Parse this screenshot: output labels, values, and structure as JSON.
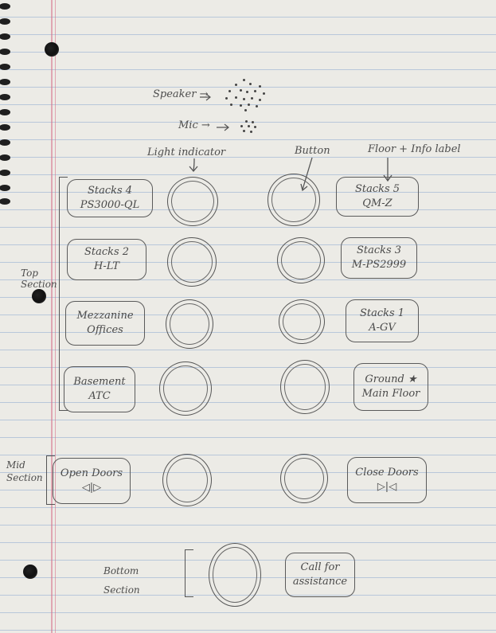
{
  "annotations": {
    "speaker": "Speaker →",
    "mic": "Mic →",
    "light_indicator": "Light indicator",
    "button": "Button",
    "floor_info_label": "Floor + Info label"
  },
  "sections": {
    "top": [
      "Top",
      "Section"
    ],
    "mid": [
      "Mid",
      "Section"
    ],
    "bottom": [
      "Bottom",
      "Section"
    ]
  },
  "floors": [
    {
      "id": "stacks-4",
      "line1": "Stacks 4",
      "line2": "PS3000-QL"
    },
    {
      "id": "stacks-5",
      "line1": "Stacks 5",
      "line2": "QM-Z"
    },
    {
      "id": "stacks-2",
      "line1": "Stacks 2",
      "line2": "H-LT"
    },
    {
      "id": "stacks-3",
      "line1": "Stacks 3",
      "line2": "M-PS2999"
    },
    {
      "id": "mezzanine",
      "line1": "Mezzanine",
      "line2": "Offices"
    },
    {
      "id": "stacks-1",
      "line1": "Stacks 1",
      "line2": "A-GV"
    },
    {
      "id": "basement",
      "line1": "Basement",
      "line2": "ATC"
    },
    {
      "id": "ground",
      "line1": "Ground ★",
      "line2": "Main Floor"
    }
  ],
  "doors": {
    "open": {
      "line1": "Open Doors",
      "line2": "◁|▷"
    },
    "close": {
      "line1": "Close Doors",
      "line2": "▷|◁"
    }
  },
  "call": {
    "line1": "Call for",
    "line2": "assistance"
  }
}
